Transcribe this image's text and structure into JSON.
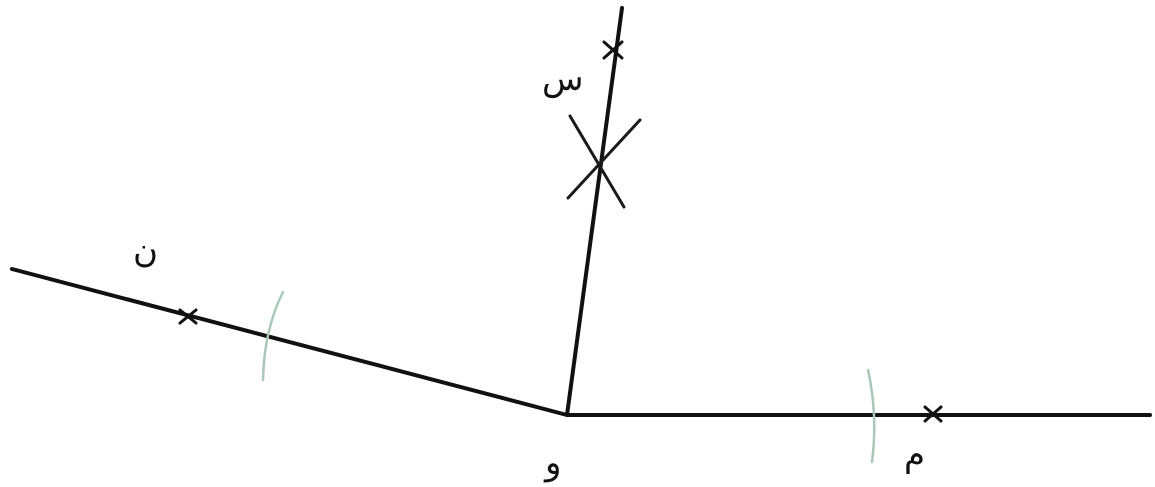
{
  "labels": {
    "vertex": "و",
    "point_on_left_ray": "ن",
    "point_on_right_ray": "م",
    "point_on_bisector": "س"
  },
  "colors": {
    "line": "#111111",
    "construction_arc": "#a9c9b6"
  }
}
